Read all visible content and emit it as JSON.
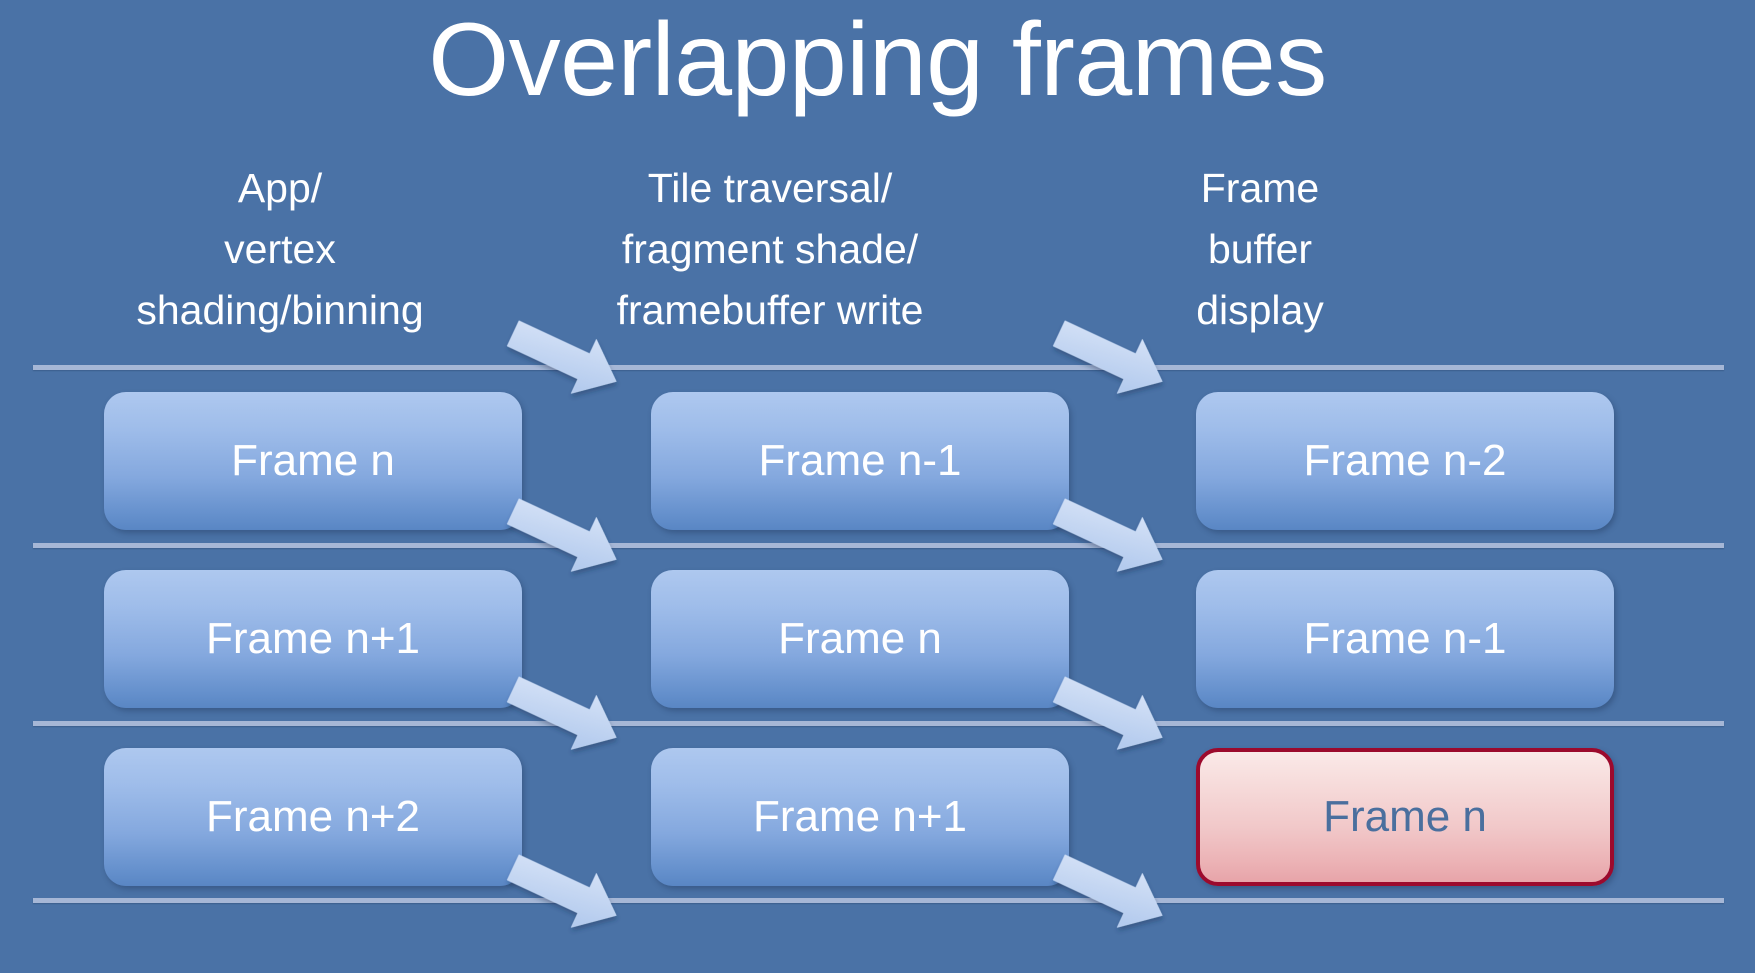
{
  "slide": {
    "title": "Overlapping frames",
    "background_color": "#4a72a6",
    "title_color": "#ffffff"
  },
  "colors": {
    "background": "#4a72a6",
    "divider": "#a6b7d6",
    "box_gradient_top": "#aec8ef",
    "box_gradient_bottom": "#5986c4",
    "box_text": "#ffffff",
    "highlight_border": "#9c0a2d",
    "highlight_gradient_top": "#fae9e8",
    "highlight_gradient_bottom": "#e7a4a9",
    "highlight_text": "#4a6f9e",
    "arrow_fill": "#c3d6f2"
  },
  "columns": [
    {
      "id": "app-vertex-shading-binning",
      "label": "App/\nvertex\nshading/binning"
    },
    {
      "id": "tile-traversal-fragment-shade-framebuffer-write",
      "label": "Tile traversal/\nfragment shade/\nframebuffer write"
    },
    {
      "id": "frame-buffer-display",
      "label": "Frame\nbuffer\ndisplay"
    }
  ],
  "rows": [
    {
      "cells": [
        {
          "label": "Frame n",
          "highlight": false
        },
        {
          "label": "Frame n-1",
          "highlight": false
        },
        {
          "label": "Frame n-2",
          "highlight": false
        }
      ]
    },
    {
      "cells": [
        {
          "label": "Frame n+1",
          "highlight": false
        },
        {
          "label": "Frame n",
          "highlight": false
        },
        {
          "label": "Frame n-1",
          "highlight": false
        }
      ]
    },
    {
      "cells": [
        {
          "label": "Frame n+2",
          "highlight": false
        },
        {
          "label": "Frame n+1",
          "highlight": false
        },
        {
          "label": "Frame n",
          "highlight": true
        }
      ]
    }
  ],
  "arrows": {
    "icon": "block-arrow-down-right-icon",
    "direction": "down-right",
    "count": 8
  }
}
